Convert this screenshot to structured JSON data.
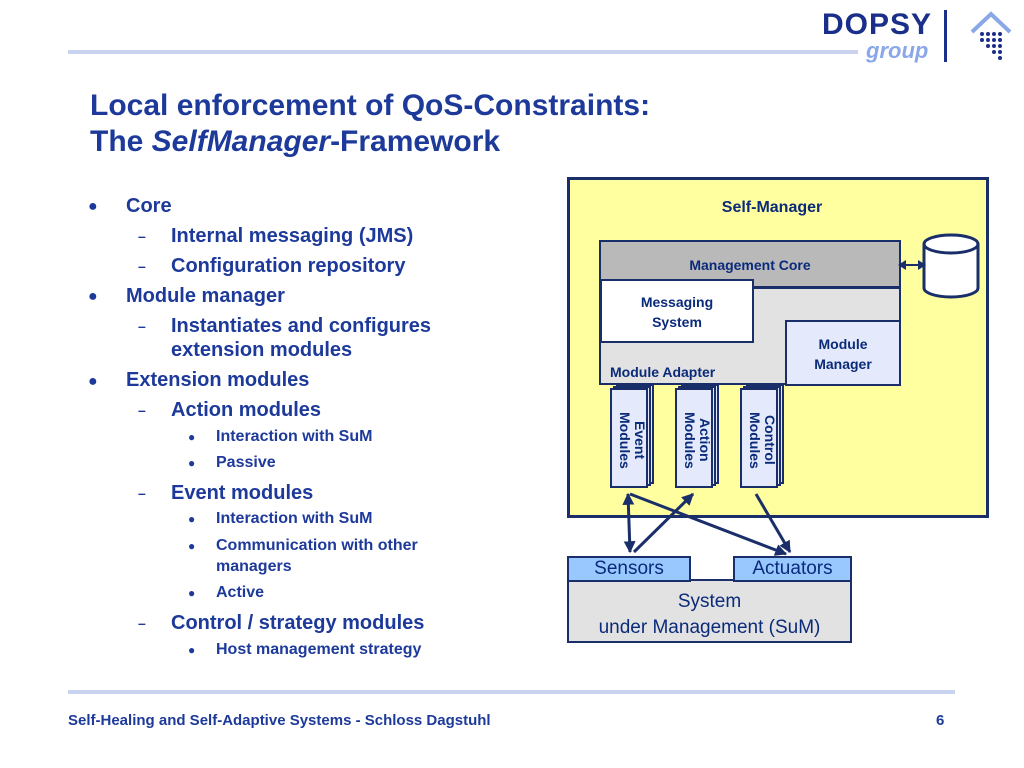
{
  "logo": {
    "line1": "DOPSY",
    "line2": "group"
  },
  "title": {
    "line1": "Local enforcement of QoS-Constraints:",
    "line2_prefix": "The ",
    "line2_italic": "SelfManager",
    "line2_suffix": "-Framework"
  },
  "bullets": {
    "core": "Core",
    "core_items": [
      "Internal messaging (JMS)",
      "Configuration repository"
    ],
    "module_manager": "Module manager",
    "module_manager_items": [
      "Instantiates and configures",
      "extension modules"
    ],
    "extension_modules": "Extension modules",
    "action_modules": "Action modules",
    "action_items": [
      "Interaction with SuM",
      "Passive"
    ],
    "event_modules": "Event modules",
    "event_items": [
      "Interaction with SuM",
      "Communication with other",
      "managers",
      "Active"
    ],
    "control_modules": "Control / strategy modules",
    "control_items": [
      "Host management strategy"
    ]
  },
  "diagram": {
    "self_manager": "Self-Manager",
    "management_core": "Management Core",
    "messaging_system": [
      "Messaging",
      "System"
    ],
    "module_adapter": "Module Adapter",
    "module_manager": [
      "Module",
      "Manager"
    ],
    "event_modules": [
      "Event",
      "Modules"
    ],
    "action_modules": [
      "Action",
      "Modules"
    ],
    "control_modules": [
      "Control",
      "Modules"
    ],
    "sensors": "Sensors",
    "actuators": "Actuators",
    "system": [
      "System",
      "under Management (SuM)"
    ]
  },
  "footer": {
    "text": "Self-Healing and Self-Adaptive Systems - Schloss Dagstuhl",
    "page": "6"
  },
  "colors": {
    "title": "#1d3a9a",
    "panel": "#ffffa0",
    "border": "#1a2f6a",
    "rule": "#c9d2ee"
  }
}
